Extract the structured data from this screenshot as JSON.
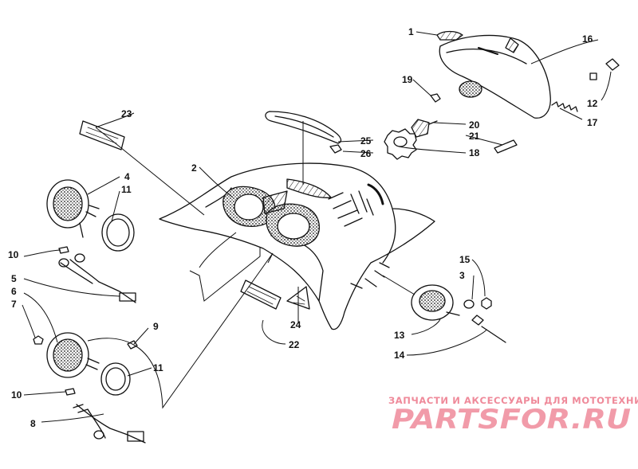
{
  "callouts": [
    {
      "id": "1",
      "label": "1"
    },
    {
      "id": "2",
      "label": "2"
    },
    {
      "id": "3",
      "label": "3"
    },
    {
      "id": "4",
      "label": "4"
    },
    {
      "id": "5",
      "label": "5"
    },
    {
      "id": "6",
      "label": "6"
    },
    {
      "id": "7",
      "label": "7"
    },
    {
      "id": "8",
      "label": "8"
    },
    {
      "id": "9",
      "label": "9"
    },
    {
      "id": "10a",
      "label": "10"
    },
    {
      "id": "10b",
      "label": "10"
    },
    {
      "id": "11a",
      "label": "11"
    },
    {
      "id": "11b",
      "label": "11"
    },
    {
      "id": "12",
      "label": "12"
    },
    {
      "id": "13",
      "label": "13"
    },
    {
      "id": "14",
      "label": "14"
    },
    {
      "id": "15",
      "label": "15"
    },
    {
      "id": "16",
      "label": "16"
    },
    {
      "id": "17",
      "label": "17"
    },
    {
      "id": "18",
      "label": "18"
    },
    {
      "id": "19",
      "label": "19"
    },
    {
      "id": "20",
      "label": "20"
    },
    {
      "id": "21",
      "label": "21"
    },
    {
      "id": "22",
      "label": "22"
    },
    {
      "id": "23",
      "label": "23"
    },
    {
      "id": "24",
      "label": "24"
    },
    {
      "id": "25",
      "label": "25"
    },
    {
      "id": "26",
      "label": "26"
    }
  ],
  "watermark": {
    "tagline": "ЗАПЧАСТИ И АКСЕССУАРЫ ДЛЯ МОТОТЕХНИКИ",
    "logo": "PARTSFOR.RU",
    "color": "#ef8a9a"
  },
  "colors": {
    "ink": "#111111",
    "background": "#ffffff"
  }
}
